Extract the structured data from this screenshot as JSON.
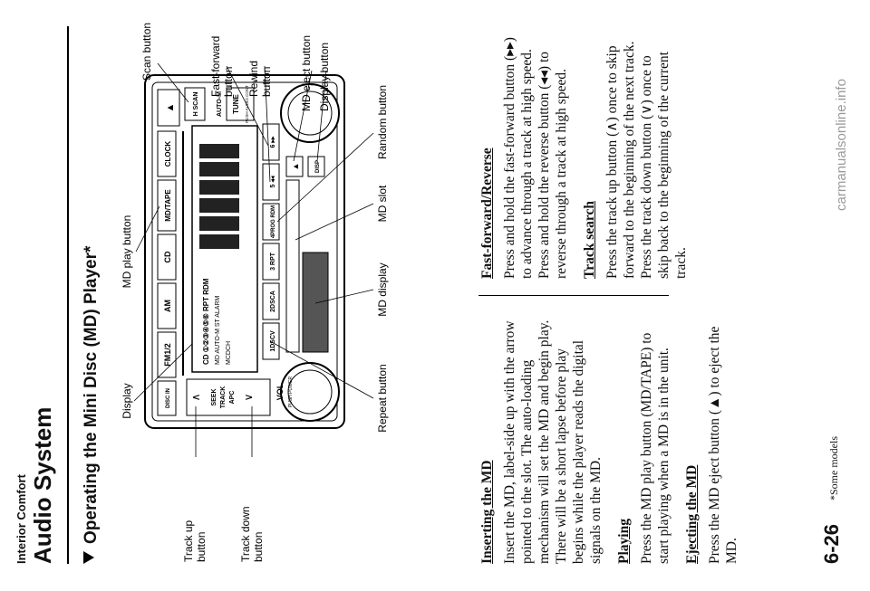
{
  "header": {
    "category": "Interior Comfort",
    "title": "Audio System"
  },
  "section": {
    "title": "Operating the Mini Disc (MD) Player*"
  },
  "diagram": {
    "callouts": {
      "display": "Display",
      "md_play_button": "MD play button",
      "scan_button": "Scan button",
      "track_up_1": "Track up",
      "track_up_2": "button",
      "track_down_1": "Track down",
      "track_down_2": "button",
      "fast_forward_1": "Fast-forward",
      "fast_forward_2": "button",
      "rewind_1": "Rewind",
      "rewind_2": "button",
      "md_eject_button": "MD eject button",
      "display_button": "Display button",
      "repeat_button": "Repeat button",
      "md_display": "MD display",
      "md_slot": "MD slot",
      "random_button": "Random button"
    },
    "unit": {
      "disc_in": "DISC IN",
      "fm": "FM1/2",
      "am": "AM",
      "cd": "CD",
      "mdtape": "MD/TAPE",
      "clock": "CLOCK",
      "seek": "SEEK",
      "track": "TRACK",
      "apc": "APC",
      "vol": "VOL",
      "push_power": "PUSH POWER",
      "preset1": "1DSCV",
      "preset2": "2DSCA",
      "preset3": "3 RPT",
      "preset4": "4PROG RDM",
      "preset5": "5 ◂◂",
      "preset6": "6 ▸▸",
      "h_scan": "H SCAN",
      "auto_m": "AUTO-M",
      "tune": "TUNE",
      "audio_cont": "PUSH AUDIO CONT",
      "disp": "DISP",
      "lcd_line1": "CD ①②③④⑤⑥ RPT RDM",
      "lcd_line2": "MD AUTO-M ST ALARM",
      "lcd_line3": "MCDCH"
    }
  },
  "left_column": [
    {
      "heading": "Inserting the MD",
      "body": "Insert the MD, label-side up with the arrow pointed to the slot. The auto-loading mechanism will set the MD and begin play. There will be a short lapse before play begins while the player reads the digital signals on the MD."
    },
    {
      "heading": "Playing",
      "body": "Press the MD play button (MD/TAPE) to start playing when a MD is in the unit."
    },
    {
      "heading": "Ejecting the MD",
      "body": "Press the MD eject button (▲) to eject the MD."
    }
  ],
  "right_column": [
    {
      "heading": "Fast-forward/Reverse",
      "body1": "Press and hold the fast-forward button (▸▸) to advance through a track at high speed.",
      "body2": "Press and hold the reverse button (◂◂) to reverse through a track at high speed."
    },
    {
      "heading": "Track search",
      "body1": "Press the track up button (∧) once to skip forward to the beginning of the next track.",
      "body2": "Press the track down button (∨) once to skip back to the beginning of the current track."
    }
  ],
  "footer": {
    "page_number": "6-26",
    "note": "*Some models",
    "watermark": "carmanualsonline.info"
  }
}
